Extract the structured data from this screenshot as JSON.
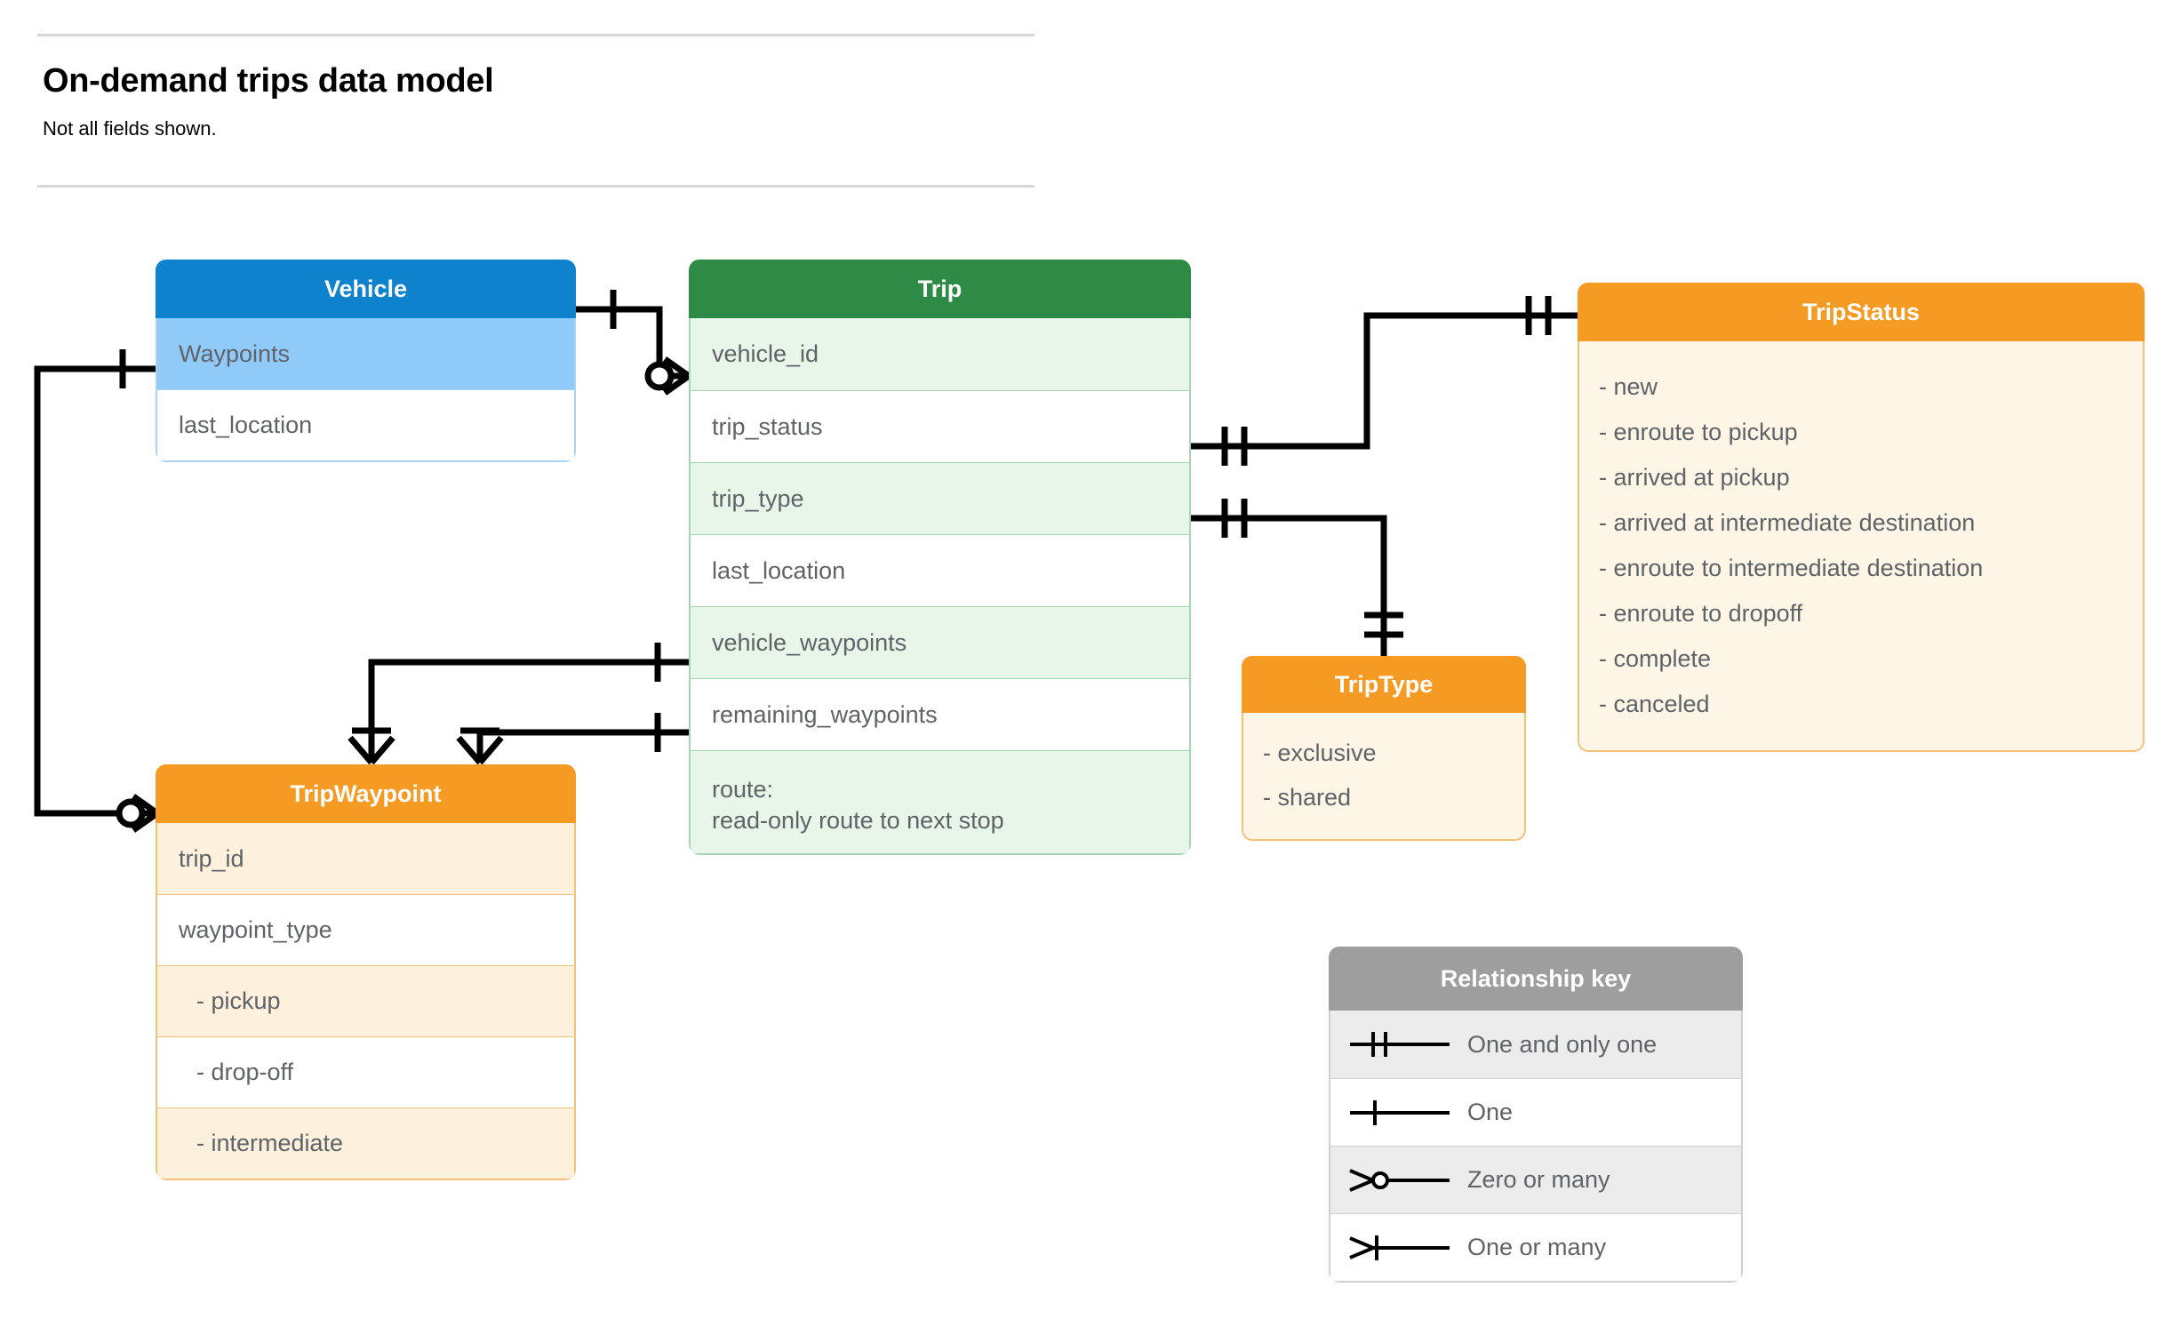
{
  "header": {
    "title": "On-demand trips data model",
    "subtitle": "Not all fields shown."
  },
  "entities": {
    "vehicle": {
      "name": "Vehicle",
      "header_color": "#0e82cc",
      "rows": [
        "Waypoints",
        "last_location"
      ]
    },
    "trip": {
      "name": "Trip",
      "header_color": "#2e8b46",
      "rows": [
        "vehicle_id",
        "trip_status",
        "trip_type",
        "last_location",
        "vehicle_waypoints",
        "remaining_waypoints"
      ],
      "route_row": {
        "label": "route:",
        "description": "read-only route to next stop"
      }
    },
    "tripstatus": {
      "name": "TripStatus",
      "header_color": "#f59a23",
      "values": [
        "- new",
        "- enroute to pickup",
        "- arrived at pickup",
        "- arrived at intermediate destination",
        "- enroute to intermediate destination",
        "- enroute to dropoff",
        "- complete",
        "- canceled"
      ]
    },
    "triptype": {
      "name": "TripType",
      "header_color": "#f59a23",
      "values": [
        "- exclusive",
        "- shared"
      ]
    },
    "tripwaypoint": {
      "name": "TripWaypoint",
      "header_color": "#f59a23",
      "rows": [
        "trip_id",
        "waypoint_type",
        "-  pickup",
        "-  drop-off",
        "-  intermediate"
      ]
    }
  },
  "legend": {
    "title": "Relationship key",
    "items": [
      {
        "symbol": "one-and-only-one",
        "label": "One and only one"
      },
      {
        "symbol": "one",
        "label": "One"
      },
      {
        "symbol": "zero-or-many",
        "label": "Zero or many"
      },
      {
        "symbol": "one-or-many",
        "label": "One or many"
      }
    ]
  },
  "relationships": [
    {
      "from": "Vehicle",
      "to": "Trip.vehicle_id",
      "from_cardinality": "One",
      "to_cardinality": "Zero or many"
    },
    {
      "from": "Vehicle.Waypoints",
      "to": "TripWaypoint",
      "from_cardinality": "One",
      "to_cardinality": "Zero or many"
    },
    {
      "from": "Trip.trip_status",
      "to": "TripStatus",
      "from_cardinality": "One and only one",
      "to_cardinality": "One and only one"
    },
    {
      "from": "Trip.trip_type",
      "to": "TripType",
      "from_cardinality": "One and only one",
      "to_cardinality": "One and only one"
    },
    {
      "from": "Trip.vehicle_waypoints",
      "to": "TripWaypoint",
      "from_cardinality": "One",
      "to_cardinality": "One or many"
    },
    {
      "from": "Trip.remaining_waypoints",
      "to": "TripWaypoint",
      "from_cardinality": "One",
      "to_cardinality": "One or many"
    }
  ]
}
